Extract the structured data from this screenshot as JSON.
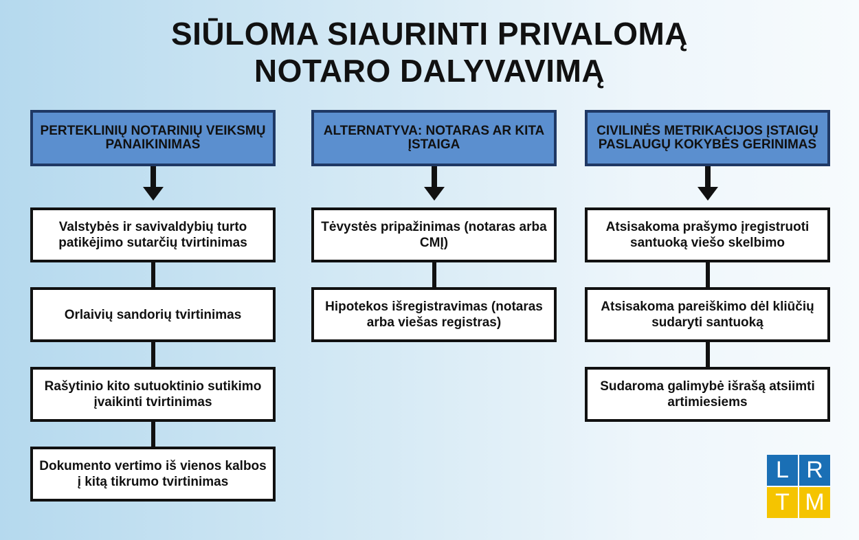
{
  "title": {
    "line1": "SIŪLOMA SIAURINTI PRIVALOMĄ",
    "line2": "NOTARO DALYVAVIMĄ"
  },
  "columns": [
    {
      "header": "PERTEKLINIŲ NOTARINIŲ VEIKSMŲ PANAIKINIMAS",
      "items": [
        "Valstybės ir savivaldybių turto patikėjimo sutarčių tvirtinimas",
        "Orlaivių sandorių tvirtinimas",
        "Rašytinio kito sutuoktinio sutikimo įvaikinti tvirtinimas",
        "Dokumento vertimo iš vienos kalbos į kitą tikrumo tvirtinimas"
      ]
    },
    {
      "header": "ALTERNATYVA: NOTARAS AR KITA ĮSTAIGA",
      "items": [
        "Tėvystės pripažinimas (notaras arba CMĮ)",
        "Hipotekos išregistravimas (notaras arba viešas registras)"
      ]
    },
    {
      "header": "CIVILINĖS METRIKACIJOS ĮSTAIGŲ PASLAUGŲ KOKYBĖS GERINIMAS",
      "items": [
        "Atsisakoma prašymo įregistruoti santuoką viešo skelbimo",
        "Atsisakoma pareiškimo dėl kliūčių sudaryti santuoką",
        "Sudaroma galimybė išrašą atsiimti artimiesiems"
      ]
    }
  ],
  "logo": {
    "letters": [
      "L",
      "R",
      "T",
      "M"
    ],
    "colors": {
      "blue": "#1a6fb5",
      "yellow": "#f5c400"
    }
  }
}
